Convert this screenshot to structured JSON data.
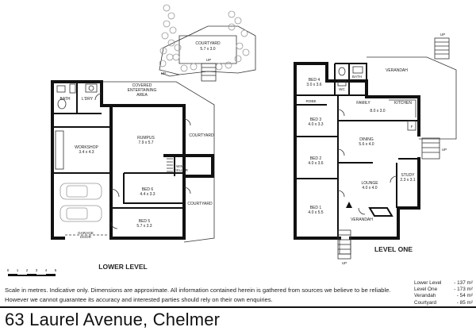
{
  "address": "63 Laurel Avenue, Chelmer",
  "disclaimer": "Scale in metres. Indicative only. Dimensions are approximate. All information contained herein is gathered from sources we believe to be reliable. However we cannot guarantee its accuracy and interested parties should rely on their own enquiries.",
  "areas": [
    {
      "label": "Lower Level",
      "value": "- 137 m²"
    },
    {
      "label": "Level One",
      "value": "- 173 m²"
    },
    {
      "label": "Verandah",
      "value": "- 54 m²"
    },
    {
      "label": "Courtyard",
      "value": "- 85 m²"
    }
  ],
  "scale_bar": {
    "ticks": [
      "0",
      "1",
      "2",
      "3",
      "4",
      "5"
    ]
  },
  "lower_level": {
    "title": "LOWER LEVEL",
    "rooms": {
      "bath": "BATH",
      "laundry": "L'DRY",
      "covered_entertaining": [
        "COVERED",
        "ENTERTAINING",
        "AREA"
      ],
      "workshop": [
        "WORKSHOP",
        "3.4 x 4.3"
      ],
      "rumpus": [
        "RUMPUS",
        "7.9 x 5.7"
      ],
      "courtyard_east": "COURTYARD",
      "wine_cellar": [
        "WINE",
        "CELLAR"
      ],
      "bed6": [
        "BED 6",
        "4.4 x 3.3"
      ],
      "courtyard_south": "COURTYARD",
      "bed5": [
        "BED 5",
        "5.7 x 3.3"
      ],
      "garage_door": [
        "GARAGE",
        "DOOR"
      ],
      "up": "UP"
    }
  },
  "courtyard_top": {
    "name": "COURTYARD",
    "dims": "5.7 x 3.0",
    "up": "UP"
  },
  "level_one": {
    "title": "LEVEL ONE",
    "rooms": {
      "bed4": [
        "BED 4",
        "3.0 x 3.6"
      ],
      "wc": "WC",
      "bath": "BATH",
      "verandah_top": "VERANDAH",
      "robe": "ROBE",
      "family": [
        "FAMILY",
        "8.0 x 3.0"
      ],
      "kitchen": "KITCHEN",
      "bed3": [
        "BED 3",
        "4.0 x 3.3"
      ],
      "dining": [
        "DINING",
        "5.6 x 4.0"
      ],
      "bed2": [
        "BED 2",
        "4.0 x 3.6"
      ],
      "study": [
        "STUDY",
        "2.3 x 3.1"
      ],
      "lounge": [
        "LOUNGE",
        "4.0 x 4.0"
      ],
      "bed1": [
        "BED 1",
        "4.0 x 5.5"
      ],
      "verandah_bottom": "VERANDAH",
      "up": "UP",
      "fridge": "F"
    }
  }
}
